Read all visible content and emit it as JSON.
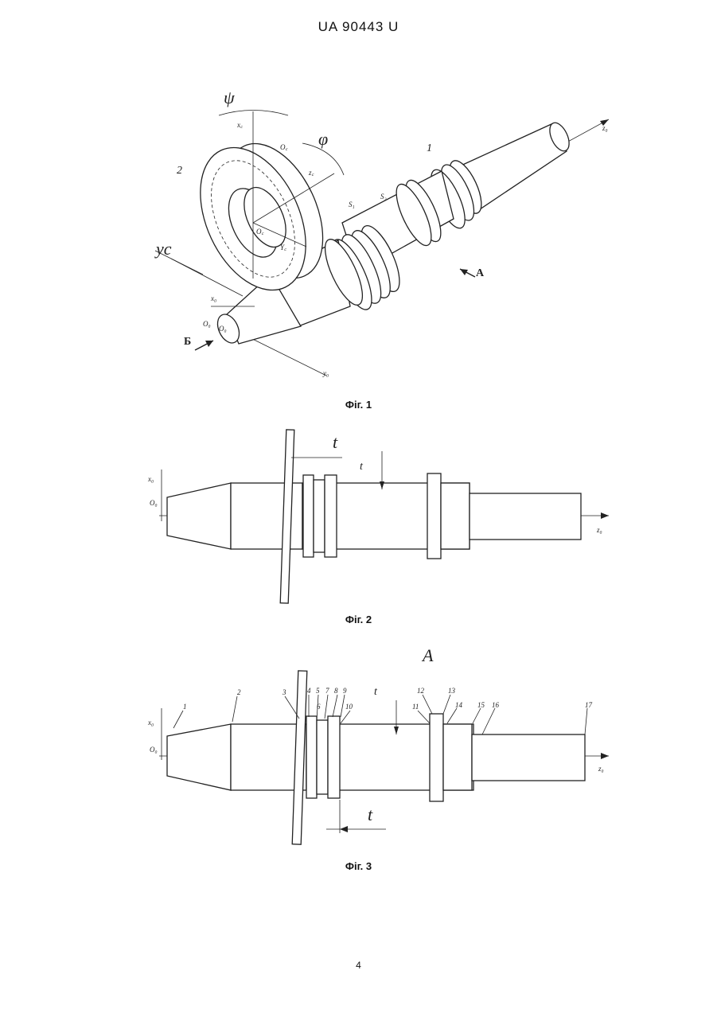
{
  "header": {
    "patent_number": "UA   90443   U"
  },
  "figures": [
    {
      "caption": "Фіг. 1",
      "labels": {
        "psi": "ψ",
        "phi": "φ",
        "x_c": "x꜀",
        "o_c": "O꜀",
        "z_c": "z꜀",
        "part_2": "2",
        "part_1": "1",
        "s1": "S₁",
        "s2": "S₂",
        "yc": "yc",
        "x0": "x₀",
        "o0": "O₀",
        "o0b": "O₀",
        "b_view": "Б",
        "a_view": "A",
        "z0": "z₀",
        "y0": "y₀",
        "yc2": "Y꜀"
      }
    },
    {
      "caption": "Фіг. 2",
      "labels": {
        "t_upper": "t",
        "t_small": "t",
        "x0": "x₀",
        "o0": "O₀",
        "z0": "z₀"
      }
    },
    {
      "caption": "Фіг. 3",
      "labels": {
        "a_view": "A",
        "t_small": "t",
        "t_lower": "t",
        "x0": "x₀",
        "o0": "O₀",
        "z0": "z₀",
        "numbers": [
          "1",
          "2",
          "3",
          "4",
          "5",
          "6",
          "7",
          "8",
          "9",
          "10",
          "11",
          "12",
          "13",
          "14",
          "15",
          "16",
          "17"
        ]
      }
    }
  ],
  "page_number": "4"
}
